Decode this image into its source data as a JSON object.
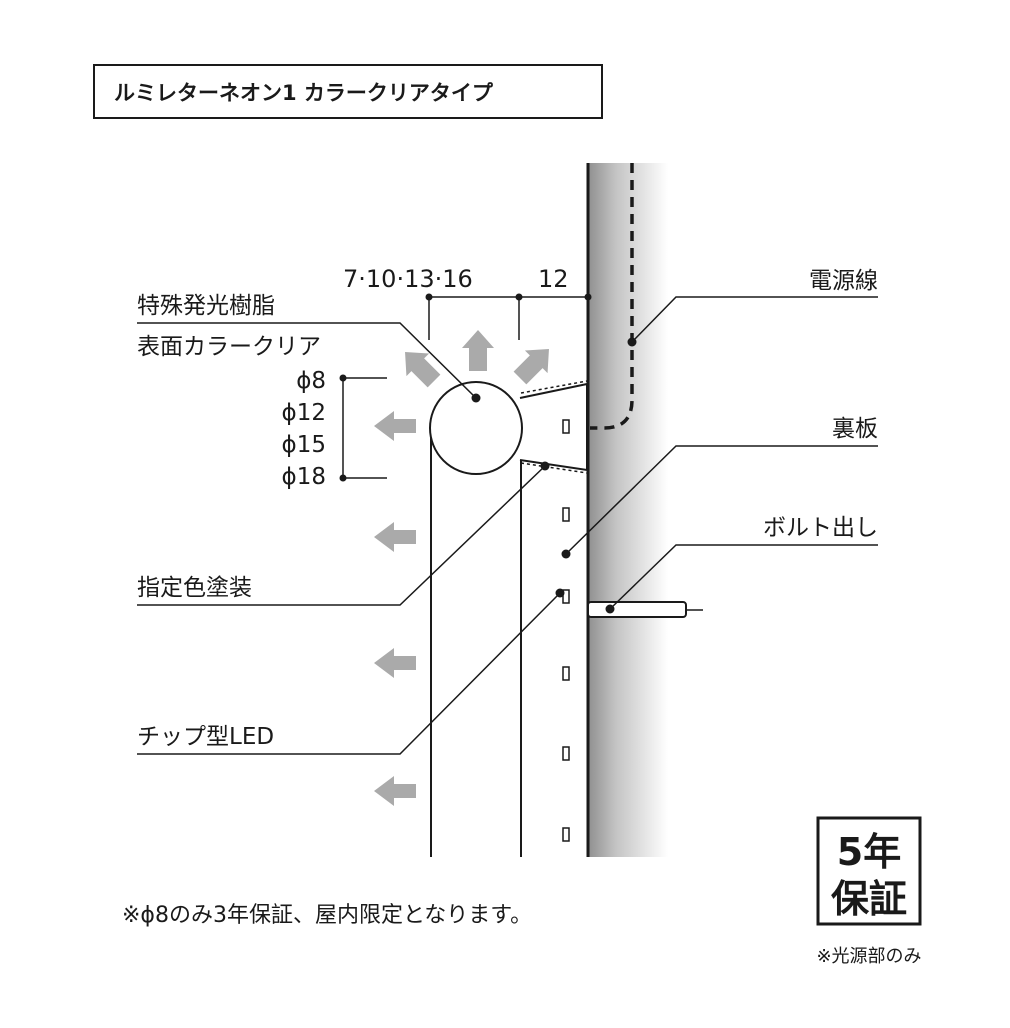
{
  "title": "ルミレターネオン1 カラークリアタイプ",
  "dimensions": {
    "depth_options": "7·10·13·16",
    "back_depth": "12"
  },
  "labels": {
    "resin": "特殊発光樹脂",
    "surface": "表面カラークリア",
    "diameters": [
      "ϕ8",
      "ϕ12",
      "ϕ15",
      "ϕ18"
    ],
    "paint": "指定色塗装",
    "led": "チップ型LED",
    "power_line": "電源線",
    "back_plate": "裏板",
    "bolt": "ボルト出し"
  },
  "footnote": "※ϕ8のみ3年保証、屋内限定となります。",
  "warranty": {
    "line1": "5年",
    "line2": "保証",
    "note": "※光源部のみ"
  },
  "colors": {
    "line": "#1a1a1a",
    "arrow": "#aaaaaa",
    "wall_dark": "#9a9a9a",
    "wall_light": "#ffffff"
  }
}
